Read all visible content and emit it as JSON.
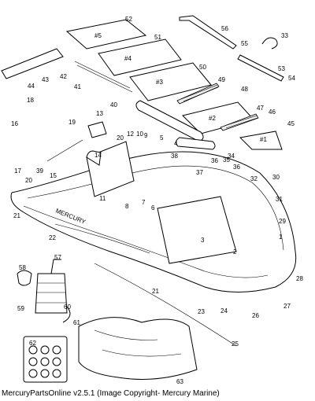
{
  "caption": "MercuryPartsOnline v2.5.1 (Image Copyright- Mercury Marine)",
  "callouts": [
    "1",
    "2",
    "3",
    "4",
    "5",
    "6",
    "7",
    "8",
    "9",
    "10",
    "11",
    "12",
    "13",
    "14",
    "15",
    "16",
    "17",
    "18",
    "19",
    "20",
    "20",
    "21",
    "21",
    "21",
    "22",
    "23",
    "24",
    "25",
    "26",
    "27",
    "28",
    "29",
    "30",
    "31",
    "32",
    "33",
    "34",
    "35",
    "36",
    "36",
    "37",
    "38",
    "39",
    "40",
    "41",
    "42",
    "43",
    "44",
    "45",
    "46",
    "47",
    "48",
    "49",
    "50",
    "51",
    "52",
    "53",
    "54",
    "55",
    "56",
    "57",
    "58",
    "59",
    "60",
    "61",
    "62",
    "63"
  ],
  "floorboard_labels": [
    "#1",
    "#2",
    "#3",
    "#4",
    "#5"
  ],
  "hull_text": "MERCURY"
}
